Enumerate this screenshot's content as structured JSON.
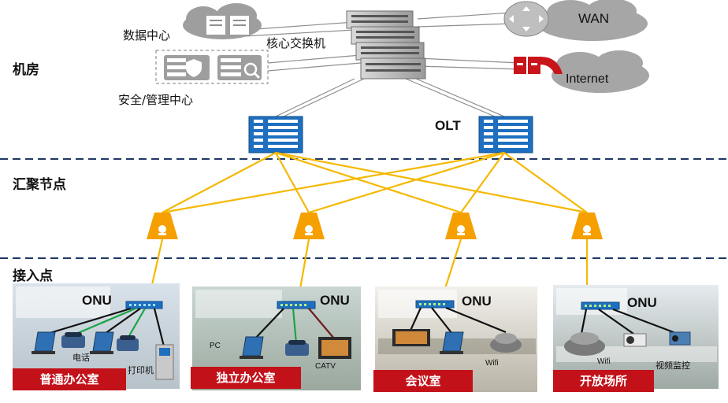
{
  "zones": {
    "machine_room": "机房",
    "aggregation": "汇聚节点",
    "access": "接入点"
  },
  "core": {
    "data_center": "数据中心",
    "core_switch": "核心交换机",
    "security_center": "安全/管理中心",
    "wan": "WAN",
    "internet": "Internet",
    "olt": "OLT"
  },
  "rooms": [
    {
      "name": "普通办公室",
      "onu": "ONU",
      "labels": {
        "phone": "电话",
        "printer": "打印机"
      }
    },
    {
      "name": "独立办公室",
      "onu": "ONU",
      "labels": {
        "pc": "PC",
        "catv": "CATV"
      }
    },
    {
      "name": "会议室",
      "onu": "ONU",
      "labels": {
        "wifi": "Wifi"
      }
    },
    {
      "name": "开放场所",
      "onu": "ONU",
      "labels": {
        "wifi": "Wifi",
        "cctv": "视频监控"
      }
    }
  ],
  "colors": {
    "fiber": "#f5b800",
    "dash": "#1f3864",
    "badge": "#c3111a",
    "olt": "#1e6fbf",
    "green_link": "#1aa347",
    "dark_red_link": "#6e1d1d"
  },
  "icons": [
    "cloud-icon",
    "server-icon",
    "shield-icon",
    "search-icon",
    "router-icon",
    "firewall-icon",
    "switch-icon",
    "splitter-icon",
    "pc-icon",
    "phone-icon",
    "printer-icon",
    "tv-icon",
    "wifi-ap-icon",
    "camera-icon"
  ]
}
